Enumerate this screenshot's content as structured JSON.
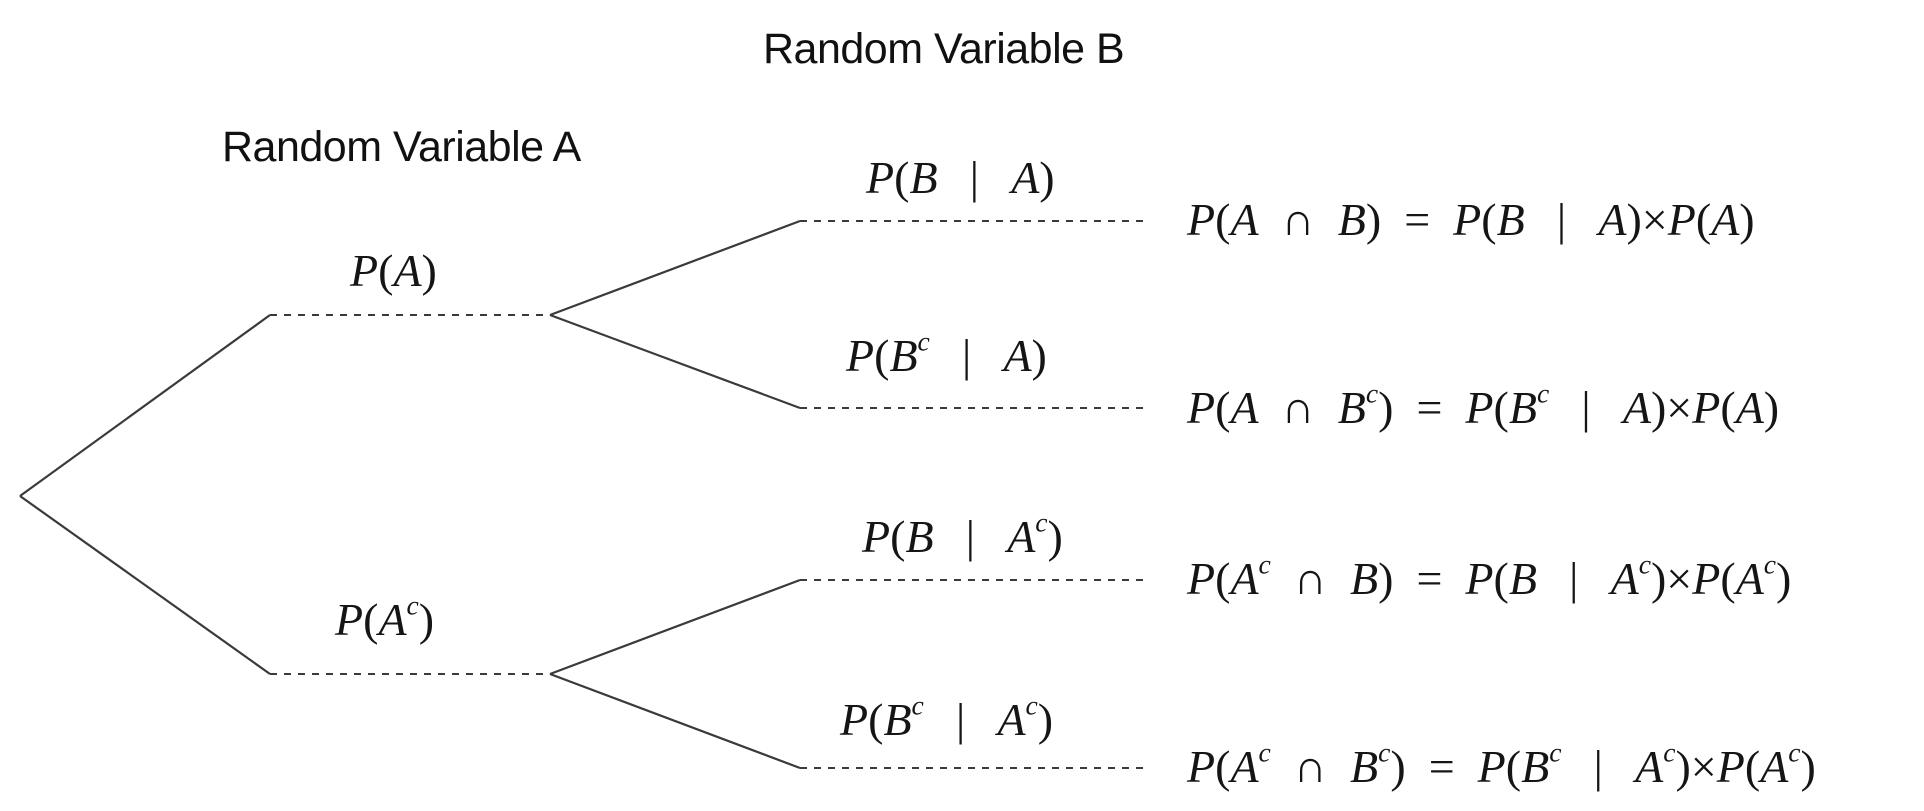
{
  "headings": {
    "variable_b": "Random Variable B",
    "variable_a": "Random Variable A"
  },
  "branches": {
    "p_a": "P(A)",
    "p_a_complement": "P(A^c)",
    "p_b_given_a": "P(B | A)",
    "p_bc_given_a": "P(B^c | A)",
    "p_b_given_ac": "P(B | A^c)",
    "p_bc_given_ac": "P(B^c | A^c)"
  },
  "outcomes": [
    "P(A ∩ B) = P(B | A)×P(A)",
    "P(A ∩ B^c) = P(B^c | A)×P(A)",
    "P(A^c ∩ B) = P(B | A^c)×P(A^c)",
    "P(A^c ∩ B^c) = P(B^c | A^c)×P(A^c)"
  ]
}
